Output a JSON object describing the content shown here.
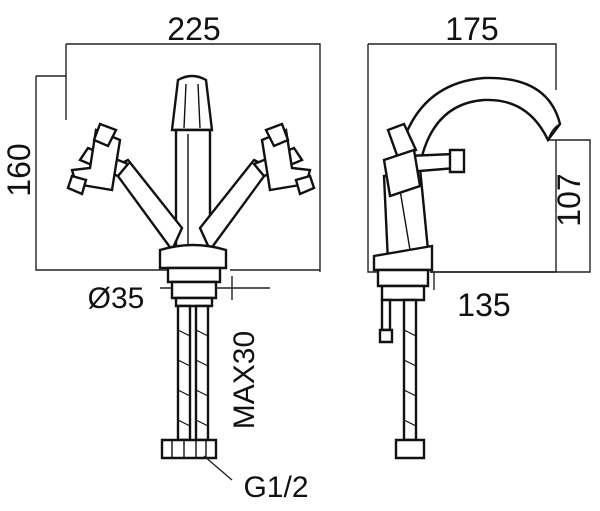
{
  "dimensions": {
    "front_width": "225",
    "front_height": "160",
    "base_diameter": "Ø35",
    "max_thickness": "MAX30",
    "thread": "G1/2",
    "side_width": "175",
    "side_height": "107",
    "side_reach": "135"
  }
}
